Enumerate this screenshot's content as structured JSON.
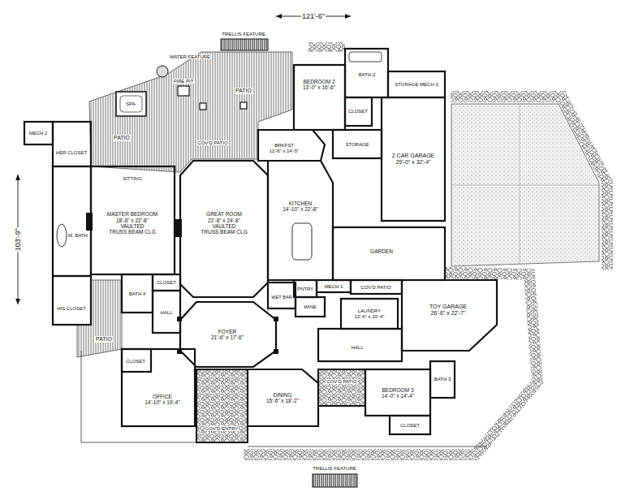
{
  "diagram": {
    "nodes": [
      {
        "text": [
          "BEDROOM 2",
          "13'-0\" x 16'-6\""
        ]
      },
      {
        "text": [
          "BATH 2"
        ]
      },
      {
        "text": [
          "STORAGE MECH 3"
        ]
      },
      {
        "text": [
          "CLOSET"
        ]
      },
      {
        "text": [
          "MECH 2"
        ]
      },
      {
        "text": [
          "COV'D PATIO"
        ]
      },
      {
        "text": [
          "BRKFST",
          "11'-6\" x 14'-5\""
        ]
      },
      {
        "text": [
          "STORAGE"
        ]
      },
      {
        "text": [
          "HER CLOSET"
        ]
      },
      {
        "text": [
          "2 CAR GARAGE",
          "29'-0\" x 32'-4\""
        ]
      },
      {
        "text": [
          "SITTING"
        ]
      },
      {
        "text": [
          "GREAT ROOM",
          "22'-8\" x 24'-8\"",
          "VAULTED",
          "TRUSS BEAM CLG"
        ]
      },
      {
        "text": [
          "KITCHEN",
          "14'-10\" x 22'-8\""
        ]
      },
      {
        "text": [
          "MASTER BEDROOM",
          "18'-6\" x 22'-8\"",
          "VAULTED",
          "TRUSS BEAM CLG"
        ]
      },
      {
        "text": [
          "M. BATH"
        ]
      },
      {
        "text": [
          "GARDEN"
        ]
      },
      {
        "text": [
          "MECH 1"
        ]
      },
      {
        "text": [
          "COV'D PATIO"
        ]
      },
      {
        "text": [
          "BATH 4"
        ]
      },
      {
        "text": [
          "CLOSET"
        ]
      },
      {
        "text": [
          "PNTRY"
        ]
      },
      {
        "text": [
          "WET BAR"
        ]
      },
      {
        "text": [
          "WINE"
        ]
      },
      {
        "text": [
          "TOY GARAGE",
          "26'-6\" x 22'-7\""
        ]
      },
      {
        "text": [
          "HALL"
        ]
      },
      {
        "text": [
          "HIS CLOSET"
        ]
      },
      {
        "text": [
          "LAUNDRY",
          "12'-6\" x 10'-4\""
        ]
      },
      {
        "text": [
          "FOYER",
          "21'-6\" x 17'-6\""
        ]
      },
      {
        "text": [
          "HALL"
        ]
      },
      {
        "text": [
          "CLOSET"
        ]
      },
      {
        "text": [
          "BATH 3"
        ]
      },
      {
        "text": [
          "COV'D PATIO"
        ]
      },
      {
        "text": [
          "BEDROOM 3",
          "14'-0\" x 14'-4\""
        ]
      },
      {
        "text": [
          "OFFICE",
          "14'-10\" x 19'-4\""
        ]
      },
      {
        "text": [
          "DINING",
          "15'-6\" x 18'-2\""
        ]
      },
      {
        "text": [
          "COV'D ENTRY"
        ]
      },
      {
        "text": [
          "CLOSET"
        ]
      }
    ],
    "labels": [
      "121'-6\"",
      "TRELLIS FEATURE",
      "WATER FEATURE",
      "FIRE PIT",
      "PATIO",
      "SPA",
      "PATIO",
      "103'-9\"",
      "PATIO",
      "TRELLIS FEATURE"
    ]
  }
}
